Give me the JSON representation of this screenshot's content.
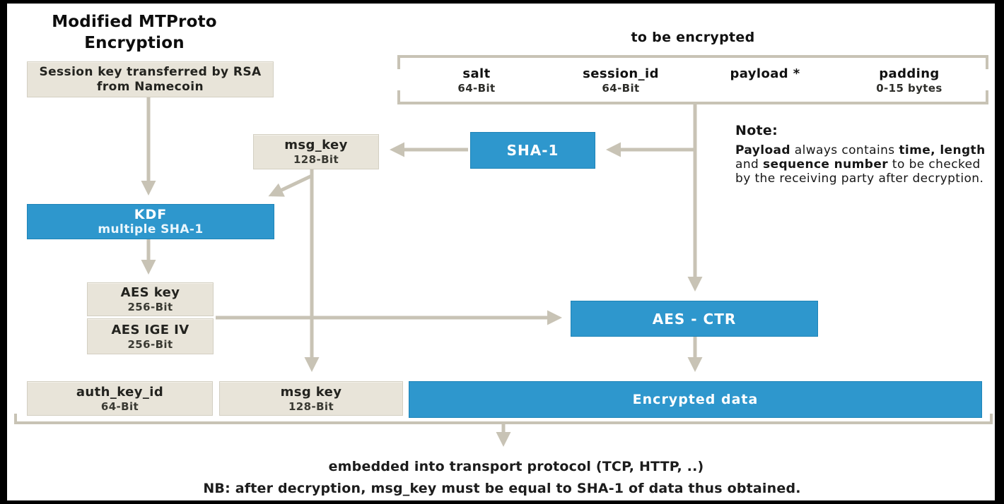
{
  "title": "Modified MTProto\nEncryption",
  "session_box": {
    "label": "Session key transferred by RSA\nfrom Namecoin"
  },
  "to_be_encrypted": {
    "label": "to be encrypted",
    "fields": [
      {
        "name": "salt",
        "size": "64-Bit"
      },
      {
        "name": "session_id",
        "size": "64-Bit"
      },
      {
        "name": "payload *",
        "size": ""
      },
      {
        "name": "padding",
        "size": "0-15 bytes"
      }
    ]
  },
  "msg_key_box": {
    "name": "msg_key",
    "size": "128-Bit"
  },
  "sha1_box": {
    "label": "SHA-1"
  },
  "note": {
    "title": "Note:",
    "b1": "Payload",
    "r1": " always contains ",
    "b2": "time, length",
    "r2": " and ",
    "b3": "sequence number",
    "r3": " to be checked by the receiving party after decryption."
  },
  "kdf_box": {
    "title": "KDF",
    "subtitle": "multiple SHA-1"
  },
  "aes_key_box": {
    "name": "AES key",
    "size": "256-Bit"
  },
  "aes_ige_iv_box": {
    "name": "AES IGE IV",
    "size": "256-Bit"
  },
  "aes_ctr_box": {
    "label": "AES - CTR"
  },
  "output_row": {
    "auth_key_id_box": {
      "name": "auth_key_id",
      "size": "64-Bit"
    },
    "msg_key_out_box": {
      "name": "msg key",
      "size": "128-Bit"
    },
    "encrypted_box": {
      "label": "Encrypted data"
    }
  },
  "footer": {
    "line1": "embedded into transport protocol (TCP, HTTP, ..)",
    "line2": "NB: after decryption, msg_key must be equal to SHA-1 of data thus obtained."
  },
  "colors": {
    "accent_blue": "#2e97cd",
    "box_beige": "#e8e4d9",
    "wire_tan": "#c8c3b5",
    "frame_black": "#000000"
  }
}
